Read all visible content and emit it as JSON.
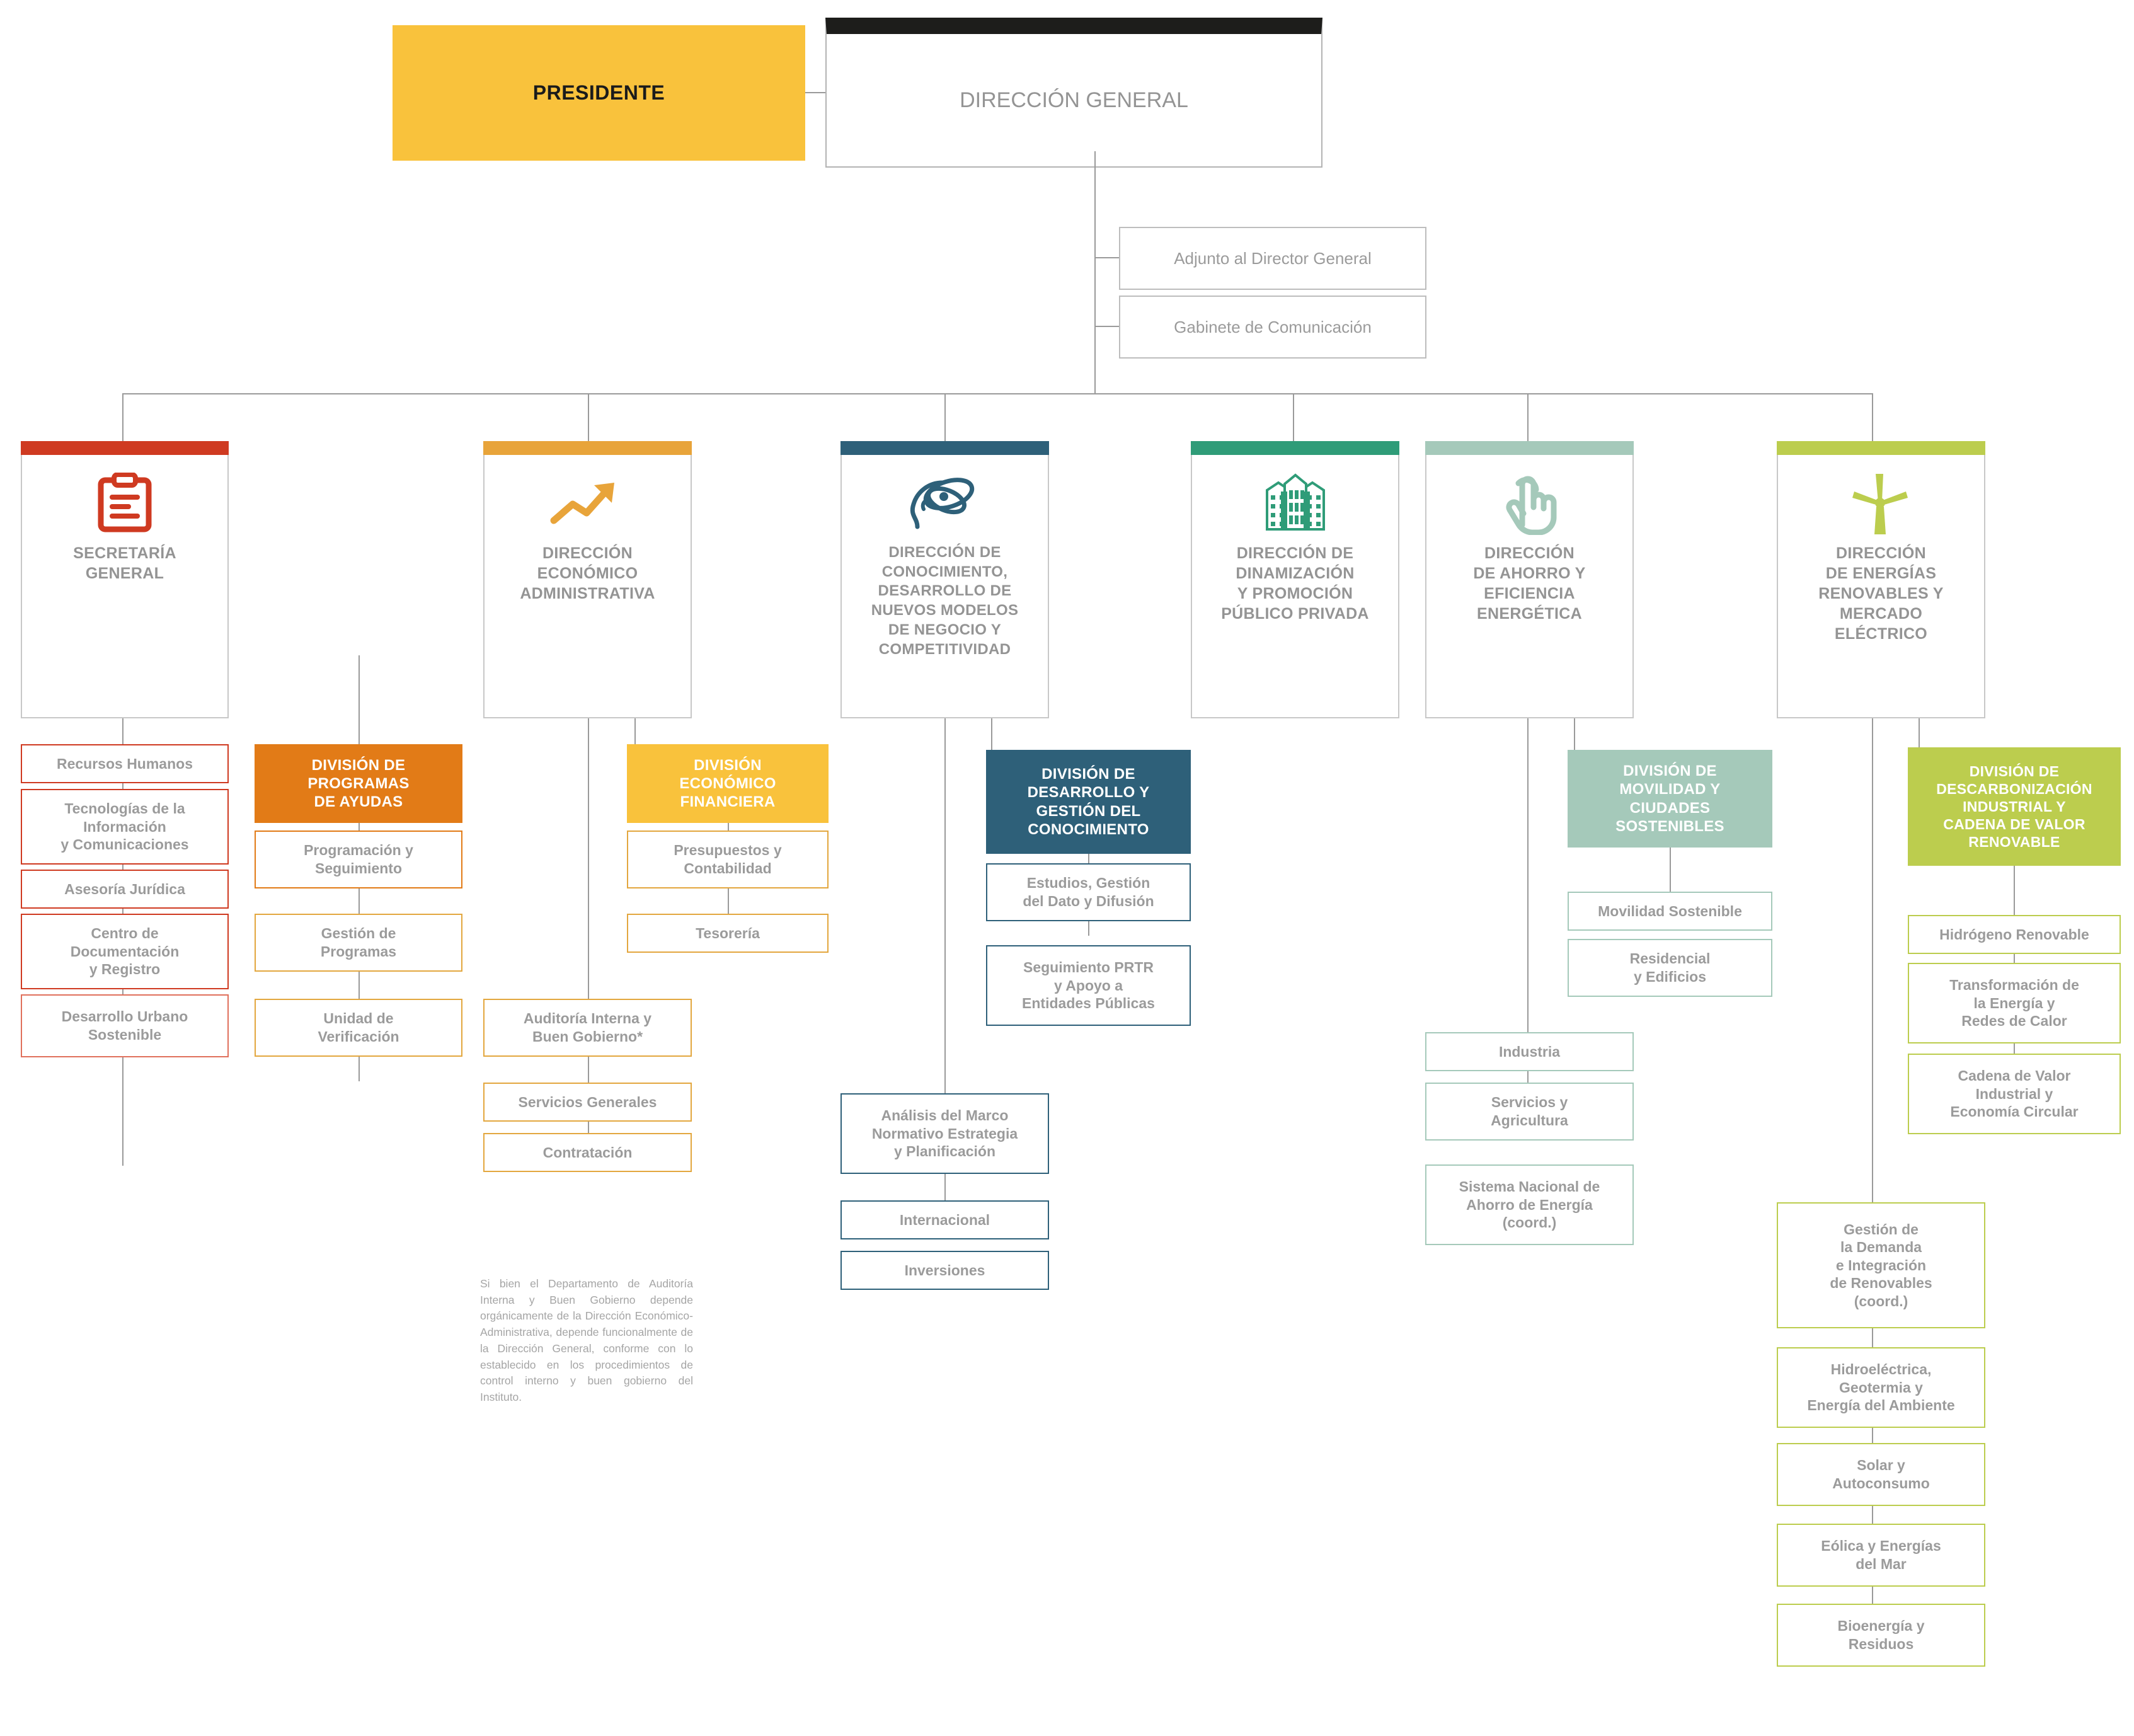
{
  "colors": {
    "presidente": "#f9c23c",
    "direccion_general_cap": "#1d1d1b",
    "secretaria_general": "#cf3a21",
    "economico_administrativa": "#e8a43a",
    "conocimiento": "#2e6079",
    "dinamizacion": "#2f9c78",
    "ahorro_eficiencia": "#a5c9ba",
    "energias_renovables": "#bccd4e",
    "division_programas_ayudas": "#e27b17",
    "division_economico_financiera": "#f9c23c",
    "division_desarrollo_conocimiento": "#2e6079",
    "division_movilidad": "#a5c9ba",
    "division_descarbonizacion": "#bccd4e",
    "line": "#9a9a9a",
    "text_grey": "#949494"
  },
  "top": {
    "presidente": "PRESIDENTE",
    "direccion_general": "DIRECCIÓN GENERAL",
    "staff": [
      "Adjunto al Director General",
      "Gabinete de Comunicación"
    ]
  },
  "columns": [
    {
      "id": "secretaria-general",
      "title": "SECRETARÍA\nGENERAL",
      "icon": "clipboard-document-icon",
      "accent": "#cf3a21",
      "children": [
        "Recursos Humanos",
        "Tecnologías de la\nInformación\ny Comunicaciones",
        "Asesoría Jurídica",
        "Centro de\nDocumentación\ny Registro",
        "Desarrollo Urbano\nSostenible"
      ]
    },
    {
      "id": "direccion-economico-administrativa",
      "title": "DIRECCIÓN\nECONÓMICO\nADMINISTRATIVA",
      "icon": "growth-arrow-icon",
      "accent": "#e8a43a",
      "children": [
        "Auditoría Interna y\nBuen Gobierno*",
        "Servicios Generales",
        "Contratación"
      ]
    },
    {
      "id": "direccion-conocimiento",
      "title": "DIRECCIÓN DE\nCONOCIMIENTO,\nDESARROLLO DE\nNUEVOS MODELOS\nDE NEGOCIO Y\nCOMPETITIVIDAD",
      "icon": "head-innovation-icon",
      "accent": "#2e6079",
      "children": [
        "Análisis del Marco\nNormativo Estrategia\ny Planificación",
        "Internacional",
        "Inversiones"
      ]
    },
    {
      "id": "direccion-dinamizacion",
      "title": "DIRECCIÓN DE\nDINAMIZACIÓN\nY PROMOCIÓN\nPÚBLICO PRIVADA",
      "icon": "buildings-icon",
      "accent": "#2f9c78",
      "children": []
    },
    {
      "id": "direccion-ahorro-eficiencia",
      "title": "DIRECCIÓN\nDE AHORRO Y\nEFICIENCIA\nENERGÉTICA",
      "icon": "hand-touch-icon",
      "accent": "#a5c9ba",
      "children": [
        "Industria",
        "Servicios y\nAgricultura",
        "Sistema Nacional de\nAhorro de Energía\n(coord.)"
      ]
    },
    {
      "id": "direccion-energias-renovables",
      "title": "DIRECCIÓN\nDE ENERGÍAS\nRENOVABLES Y\nMERCADO\nELÉCTRICO",
      "icon": "wind-turbine-icon",
      "accent": "#bccd4e",
      "children": [
        "Gestión de\nla Demanda\ne Integración\nde Renovables\n(coord.)",
        "Hidroeléctrica,\nGeotermia y\nEnergía del Ambiente",
        "Solar y\nAutoconsumo",
        "Eólica y Energías\ndel Mar",
        "Bioenergía y\nResiduos"
      ]
    }
  ],
  "divisions": [
    {
      "id": "division-programas-ayudas",
      "title": "DIVISIÓN DE\nPROGRAMAS\nDE AYUDAS",
      "color": "#e27b17",
      "children": [
        "Programación y\nSeguimiento",
        "Gestión de\nProgramas",
        "Unidad de\nVerificación"
      ]
    },
    {
      "id": "division-economico-financiera",
      "title": "DIVISIÓN\nECONÓMICO\nFINANCIERA",
      "color": "#f9c23c",
      "children": [
        "Presupuestos y\nContabilidad",
        "Tesorería"
      ]
    },
    {
      "id": "division-desarrollo-gestion-conocimiento",
      "title": "DIVISIÓN DE\nDESARROLLO Y\nGESTIÓN DEL\nCONOCIMIENTO",
      "color": "#2e6079",
      "children": [
        "Estudios, Gestión\ndel Dato y Difusión",
        "Seguimiento PRTR\ny Apoyo a\nEntidades Públicas"
      ]
    },
    {
      "id": "division-movilidad-ciudades-sostenibles",
      "title": "DIVISIÓN DE\nMOVILIDAD Y\nCIUDADES\nSOSTENIBLES",
      "color": "#a5c9ba",
      "children": [
        "Movilidad Sostenible",
        "Residencial\ny Edificios"
      ]
    },
    {
      "id": "division-descarbonizacion",
      "title": "DIVISIÓN DE\nDESCARBONIZACIÓN\nINDUSTRIAL Y\nCADENA DE VALOR\nRENOVABLE",
      "color": "#bccd4e",
      "children": [
        "Hidrógeno Renovable",
        "Transformación de\nla Energía y\nRedes de Calor",
        "Cadena de Valor\nIndustrial y\nEconomía Circular"
      ]
    }
  ],
  "footnote": "Si bien el Departamento de Auditoría Interna y Buen Gobierno depende orgánicamente de la Dirección Económico-Administrativa, depende funcionalmente de la Dirección General, conforme con lo establecido en los procedimientos de control interno y buen gobierno del Instituto."
}
